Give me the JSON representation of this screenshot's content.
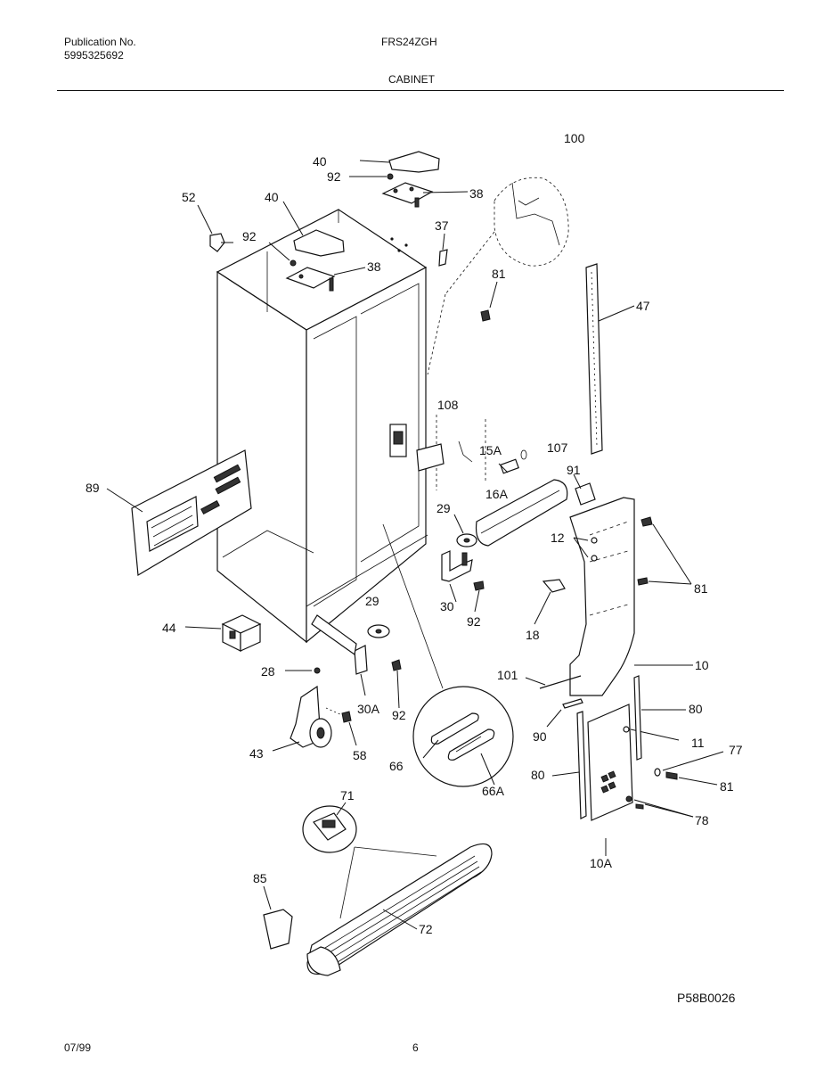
{
  "header": {
    "publication_label": "Publication No.",
    "publication_number": "5995325692",
    "model": "FRS24ZGH",
    "section": "CABINET"
  },
  "diagram": {
    "callouts": [
      "100",
      "40",
      "92",
      "38",
      "52",
      "40",
      "92",
      "38",
      "37",
      "81",
      "47",
      "108",
      "15A",
      "107",
      "91",
      "16A",
      "89",
      "29",
      "12",
      "81",
      "30",
      "92",
      "18",
      "44",
      "29",
      "28",
      "30A",
      "92",
      "10",
      "101",
      "80",
      "90",
      "11",
      "77",
      "43",
      "58",
      "66",
      "66A",
      "80",
      "81",
      "71",
      "78",
      "10A",
      "85",
      "72"
    ]
  },
  "footer": {
    "drawing_code": "P58B0026",
    "date": "07/99",
    "page": "6"
  }
}
